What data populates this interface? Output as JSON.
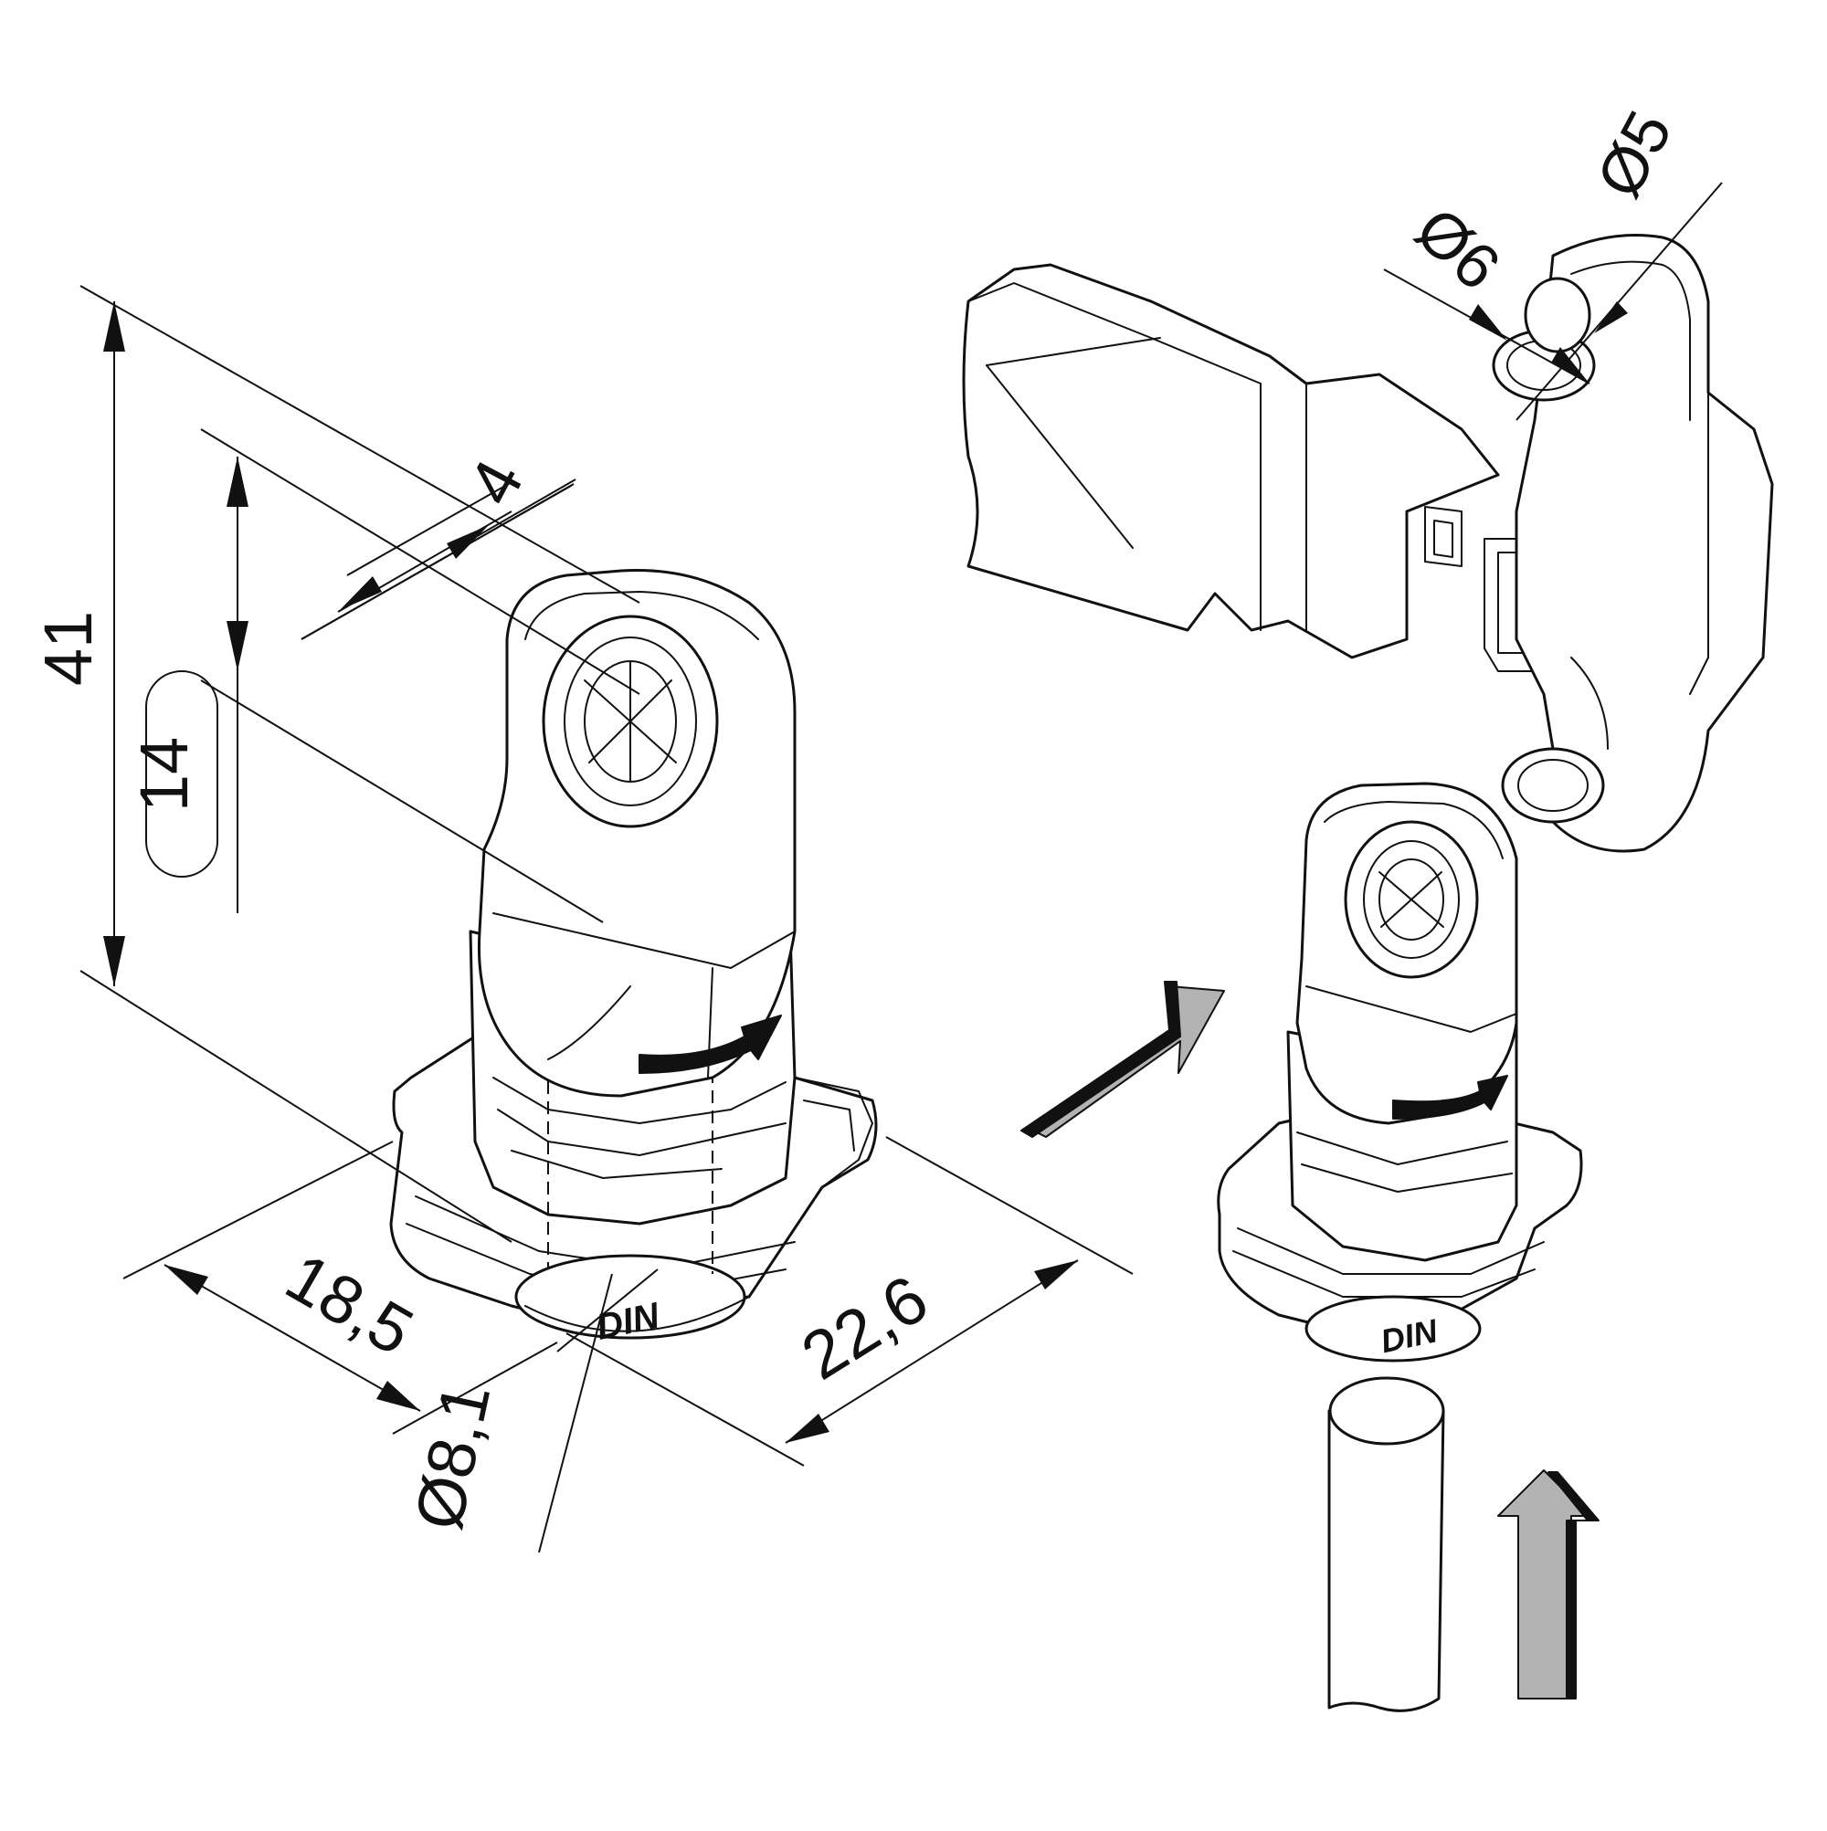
{
  "dimensions": {
    "height_overall": "41",
    "height_lever": "14",
    "thickness": "4",
    "base_depth": "18,5",
    "base_width": "22,6",
    "spindle_diameter": "Ø8,1",
    "pin_diameter_large": "Ø6",
    "pin_diameter_small": "Ø5"
  },
  "marks": {
    "logo_left": "DIN",
    "logo_right": "DIN"
  },
  "icons": {
    "insert_arrow": "arrow-right-up-icon",
    "push_arrow": "arrow-up-icon",
    "rotation_arrow": "curved-arrow-icon"
  },
  "colors": {
    "line": "#111111",
    "arrow_fill": "#b3b3b3",
    "background": "#ffffff"
  }
}
